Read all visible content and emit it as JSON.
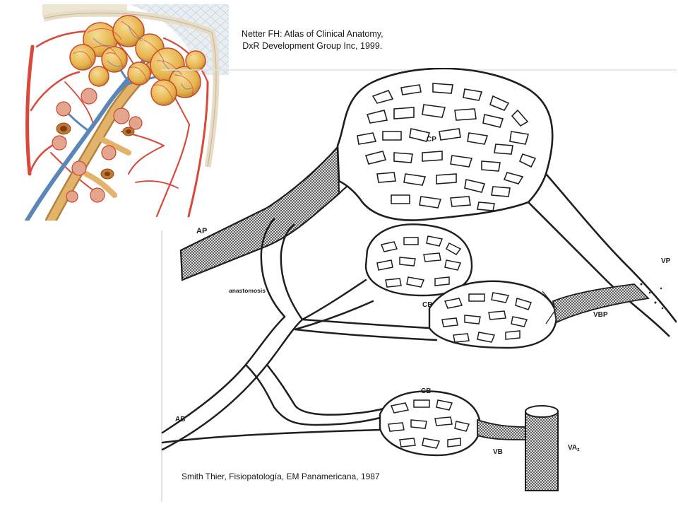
{
  "captions": {
    "netter_line1": "Netter FH: Atlas of Clinical Anatomy,",
    "netter_line2": "DxR Development Group Inc, 1999.",
    "smith": "Smith Thier, Fisiopatología, EM Panamericana, 1987"
  },
  "diagram_labels": {
    "ap": "AP",
    "cp": "CP",
    "vp": "VP",
    "anastomosis": "anastomosis",
    "cb_upper": "CB",
    "vbp": "VBP",
    "ab": "AB",
    "cb_lower": "CB",
    "vb": "VB",
    "vaz_main": "VA",
    "vaz_sub": "z"
  },
  "colors": {
    "artery_red": "#d8493a",
    "vein_blue": "#5b86b8",
    "alveolus_yellow": "#e6b24a",
    "bronchus_tan": "#d9a35c",
    "ink": "#1f1f1f",
    "hatch": "#6b6b6b"
  }
}
